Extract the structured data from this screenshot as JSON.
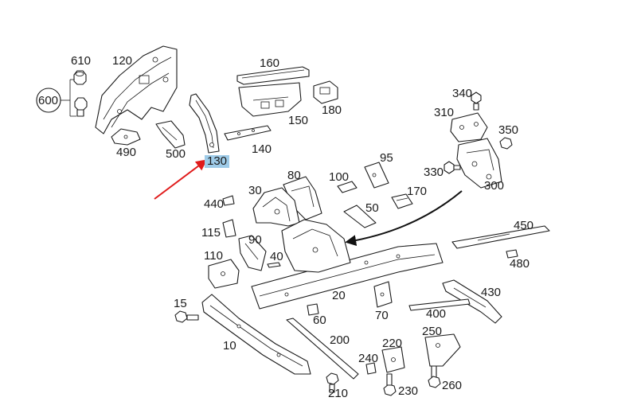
{
  "labels": {
    "p610": "610",
    "p600": "600",
    "p120": "120",
    "p160": "160",
    "p180": "180",
    "p150": "150",
    "p490": "490",
    "p500": "500",
    "p140": "140",
    "p130": "130",
    "p340": "340",
    "p310": "310",
    "p350": "350",
    "p330": "330",
    "p300": "300",
    "p95": "95",
    "p80": "80",
    "p100": "100",
    "p30": "30",
    "p170": "170",
    "p440": "440",
    "p50": "50",
    "p450": "450",
    "p115": "115",
    "p90": "90",
    "p40": "40",
    "p480": "480",
    "p110": "110",
    "p430": "430",
    "p15": "15",
    "p20": "20",
    "p60": "60",
    "p70": "70",
    "p400": "400",
    "p10": "10",
    "p200": "200",
    "p250": "250",
    "p220": "220",
    "p240": "240",
    "p210": "210",
    "p230": "230",
    "p260": "260"
  },
  "highlight": {
    "label": "130",
    "color": "#9ecbe8",
    "arrow_color": "#e01b1b"
  }
}
